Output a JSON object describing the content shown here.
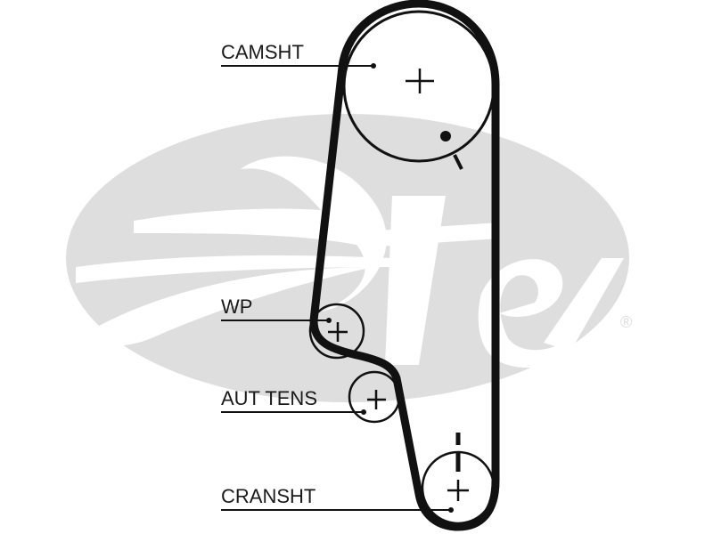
{
  "diagram": {
    "title": "Timing belt routing diagram",
    "brand": {
      "watermark_text": "Gates",
      "registered_mark": "®",
      "watermark_color": "#dedede"
    },
    "colors": {
      "belt": "#111111",
      "pulley_outline": "#111111",
      "label_text": "#1a1a1a",
      "background": "#ffffff"
    },
    "components": [
      {
        "id": "camshaft",
        "label": "CAMSHT",
        "kind": "pulley",
        "timing_marks": [
          "dot",
          "dash"
        ]
      },
      {
        "id": "water-pump",
        "label": "WP",
        "kind": "idler-pulley"
      },
      {
        "id": "auto-tensioner",
        "label": "AUT TENS",
        "kind": "tensioner-pulley"
      },
      {
        "id": "crankshaft",
        "label": "CRANSHT",
        "kind": "pulley",
        "timing_marks": [
          "dash",
          "dash"
        ]
      }
    ]
  }
}
